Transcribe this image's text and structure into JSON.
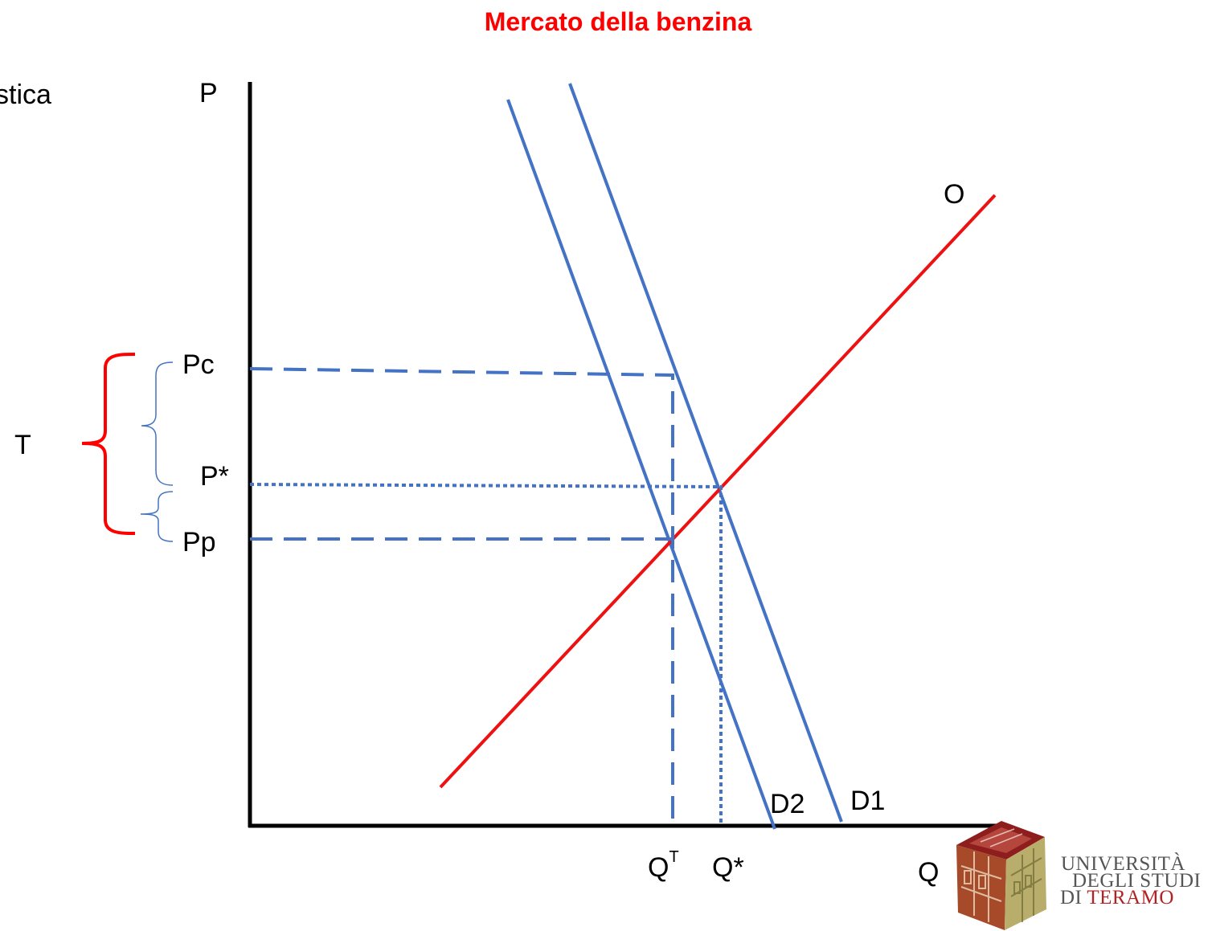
{
  "title": "Mercato della benzina",
  "left_fragment": "stica",
  "axes": {
    "y_label": "P",
    "x_label": "Q"
  },
  "curves": {
    "supply": "O",
    "demand_original": "D1",
    "demand_shifted": "D2"
  },
  "price_labels": {
    "consumer": "Pc",
    "equilibrium": "P*",
    "producer": "Pp"
  },
  "quantity_labels": {
    "tax_quantity_base": "Q",
    "tax_quantity_sup": "T",
    "equilibrium": "Q*"
  },
  "tax_label": "T",
  "logo": {
    "line1": "UNIVERSITÀ",
    "line2": "DEGLI STUDI",
    "line3_prefix": "DI",
    "line3_name": "TERAMO"
  },
  "colors": {
    "title": "#ff0000",
    "supply": "#ee1111",
    "demand": "#4472c4",
    "guides": "#4472c4",
    "brace_tax": "#ff0000",
    "brace_small": "#4472c4",
    "axes": "#000000",
    "logo_text": "#555555",
    "logo_accent": "#b22222"
  }
}
